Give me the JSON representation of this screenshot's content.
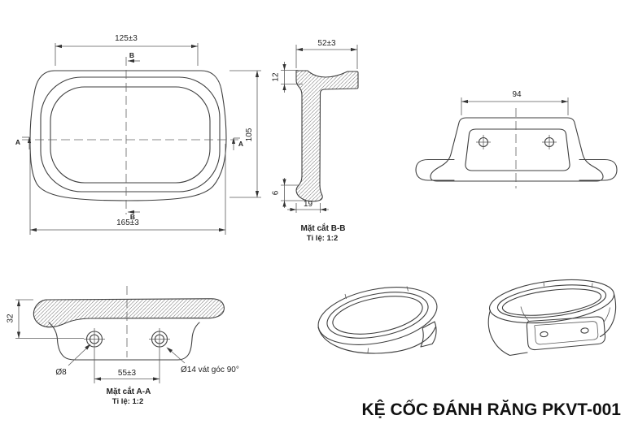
{
  "title": "KỆ CỐC ĐÁNH RĂNG PKVT-001",
  "colors": {
    "background": "#ffffff",
    "line": "#3f3f3f",
    "dim_text": "#1f1f1f"
  },
  "plan_view": {
    "dim_top_width": "125±3",
    "dim_overall_width": "165±3",
    "dim_height": "105",
    "section_label_a": "A",
    "section_label_b": "B"
  },
  "section_bb": {
    "dim_width": "52±3",
    "dim_rim_thickness": "12",
    "dim_foot_thickness": "6",
    "dim_foot_width": "19",
    "caption": "Mặt cắt B-B",
    "scale": "Tỉ lệ: 1:2"
  },
  "front_view": {
    "dim_plate_width": "94"
  },
  "section_aa": {
    "dim_height": "32",
    "dim_hole_small": "Ø8",
    "dim_hole_spacing": "55±3",
    "dim_hole_large": "Ø14 vát góc 90°",
    "caption": "Mặt cắt A-A",
    "scale": "Tỉ lệ: 1:2"
  }
}
